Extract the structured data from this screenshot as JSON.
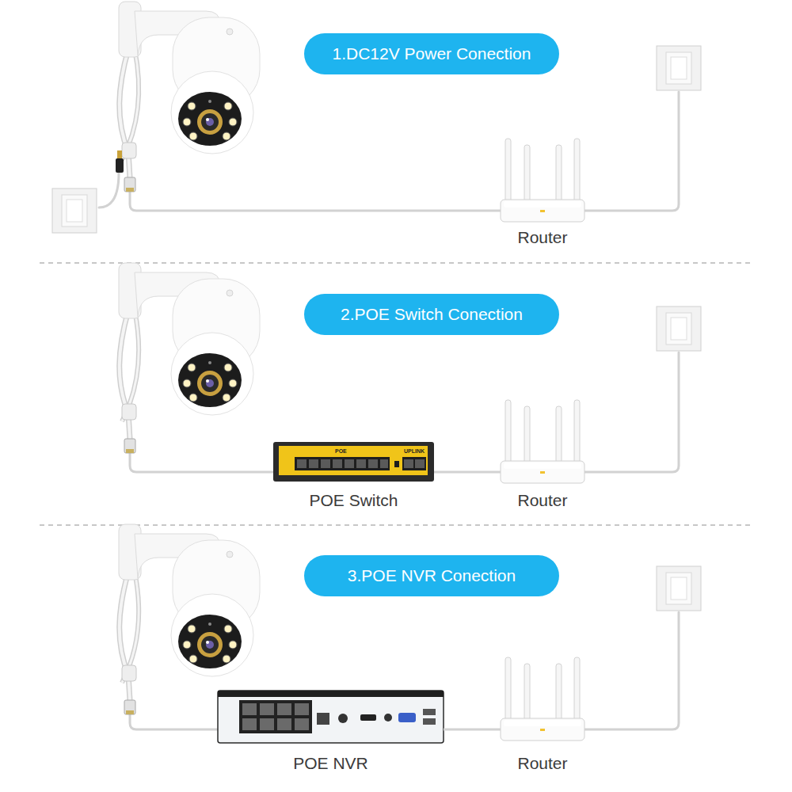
{
  "diagram": {
    "nodes": [
      {
        "text": [
          "1.DC12V Power Conection"
        ]
      },
      {
        "text": [
          "Router"
        ]
      },
      {
        "text": [
          "2.POE Switch Conection"
        ]
      },
      {
        "text": [
          "POE Switch"
        ]
      },
      {
        "text": [
          "Router"
        ]
      },
      {
        "text": [
          "3.POE NVR Conection"
        ]
      },
      {
        "text": [
          "POE NVR"
        ]
      },
      {
        "text": [
          "Router"
        ]
      }
    ],
    "edges": [
      {
        "from": 3,
        "to": 4,
        "arrow": "none"
      },
      {
        "from": 6,
        "to": 7,
        "arrow": "none"
      }
    ],
    "labels": [
      "POE",
      "UPLINK"
    ]
  }
}
